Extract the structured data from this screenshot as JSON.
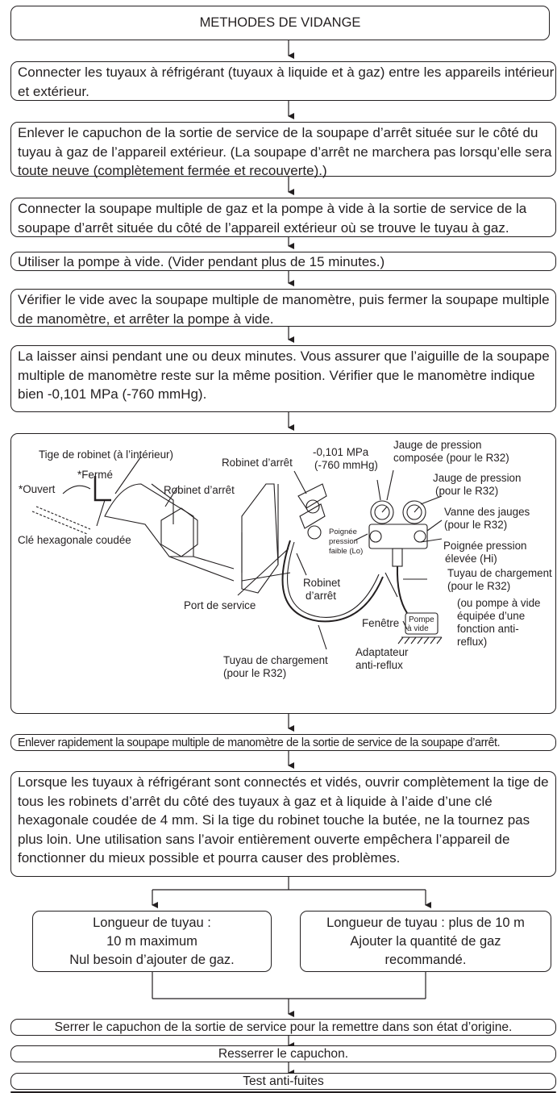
{
  "title": "METHODES DE VIDANGE",
  "steps": [
    "Connecter les tuyaux à réfrigérant (tuyaux à liquide et à gaz) entre les appareils intérieur et extérieur.",
    "Enlever le capuchon de la sortie de service de la soupape d’arrêt située sur le côté du tuyau à gaz de l’appareil extérieur. (La soupape d’arrêt ne marchera pas lorsqu’elle sera toute neuve (complètement fermée et recouverte).)",
    "Connecter la soupape multiple de gaz et la pompe à vide à la sortie de service de la soupape d’arrêt située du côté de l’appareil extérieur où se trouve le tuyau à gaz.",
    "Utiliser la pompe à vide. (Vider pendant plus de 15 minutes.)",
    "Vérifier le vide avec la soupape multiple de manomètre, puis fermer la soupape multiple de manomètre, et arrêter la pompe à vide.",
    "La laisser ainsi pendant une ou deux minutes. Vous assurer que l’aiguille de la soupape multiple de manomètre reste sur la même position. Vérifier que le manomètre indique bien -0,101 MPa (-760 mmHg)."
  ],
  "figure": {
    "stem": "Tige de robinet (à l’intérieur)",
    "closed": "*Fermé",
    "open": "*Ouvert",
    "stop_valve_1": "Robinet d’arrêt",
    "hex_key": "Clé hexagonale coudée",
    "stop_valve_2": "Robinet d’arrêt",
    "pressure_1": "-0,101 MPa",
    "pressure_2": "(-760 mmHg)",
    "compound_gauge_1": "Jauge de pression",
    "compound_gauge_2": "composée (pour le R32)",
    "gauge_1": "Jauge de pression",
    "gauge_2": "(pour le R32)",
    "gauge_valve_1": "Vanne des jauges",
    "gauge_valve_2": "(pour le R32)",
    "low_handle_1": "Poignée",
    "low_handle_2": "pression",
    "low_handle_3": "faible (Lo)",
    "high_handle_1": "Poignée pression",
    "high_handle_2": "élevée (Hi)",
    "charge_hose_r_1": "Tuyau de chargement",
    "charge_hose_r_2": "(pour le R32)",
    "stop_valve_3_1": "Robinet",
    "stop_valve_3_2": "d’arrêt",
    "service_port": "Port de service",
    "pump_1": "Pompe",
    "pump_2": "à vide",
    "pump_alt_1": "(ou pompe à vide",
    "pump_alt_2": "équipée d’une",
    "pump_alt_3": "fonction anti-",
    "pump_alt_4": "reflux)",
    "window": "Fenêtre",
    "adapter_1": "Adaptateur",
    "adapter_2": "anti-reflux",
    "charge_hose_b_1": "Tuyau de chargement",
    "charge_hose_b_2": "(pour le R32)"
  },
  "after_steps": [
    "Enlever rapidement la soupape multiple de manomètre de la sortie de service de la soupape d’arrêt.",
    "Lorsque les tuyaux à réfrigérant sont connectés et vidés, ouvrir complètement la tige de tous les robinets d’arrêt du côté des tuyaux à gaz et à liquide à l’aide d’une clé hexagonale coudée de 4 mm. Si la tige du robinet touche la butée, ne la tournez pas plus loin. Une utilisation sans l’avoir entièrement ouverte empêchera l’appareil de fonctionner du mieux possible et pourra causer des problèmes."
  ],
  "branches": {
    "left": [
      "Longueur de tuyau :",
      "10 m maximum",
      "Nul besoin d’ajouter de gaz."
    ],
    "right": [
      "Longueur de tuyau : plus de 10 m",
      "Ajouter la quantité de gaz",
      "recommandé."
    ]
  },
  "final_steps": [
    "Serrer le capuchon de la sortie de service pour la remettre dans son état d’origine.",
    "Resserrer le capuchon.",
    "Test anti-fuites"
  ]
}
